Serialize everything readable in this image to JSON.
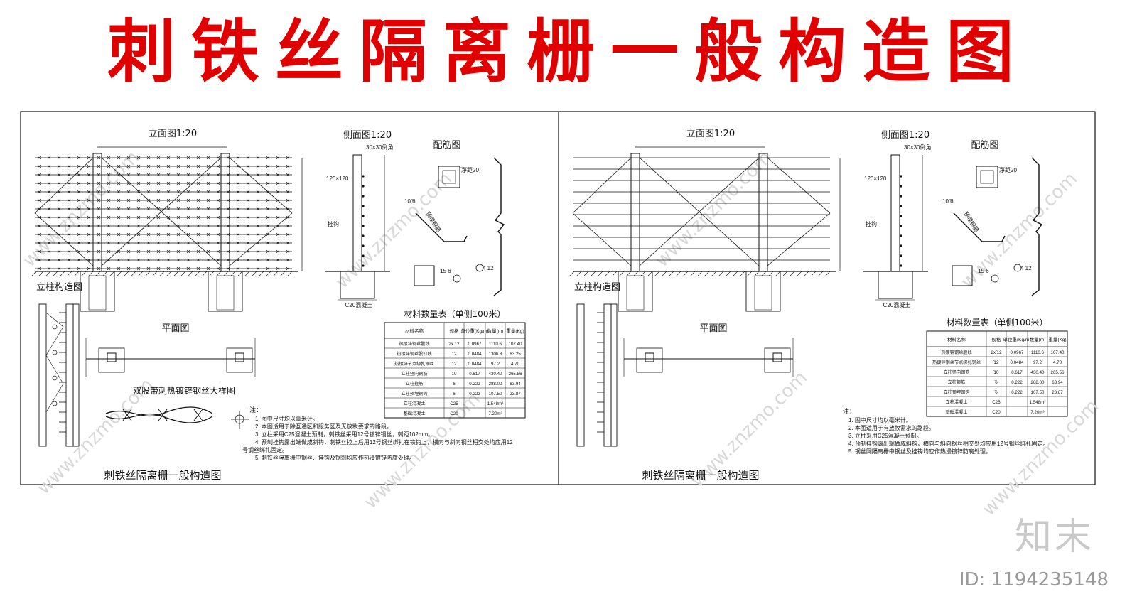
{
  "title": "刺铁丝隔离栅一般构造图",
  "watermark": {
    "brand": "知末",
    "id": "ID: 1194235148",
    "url": "www.znzmo.com"
  },
  "panels": [
    {
      "elevation_title": "立面图1:20",
      "side_title": "侧面图1:20",
      "rebar_title": "配筋图",
      "post_detail_title": "立柱构造图",
      "plan_title": "平面图",
      "detail_title": "双股带刺热镀锌钢丝大样图",
      "chamfer": "30×30倒角",
      "post_size": "120×120",
      "hook": "挂钩",
      "concrete": "C20混凝土",
      "cover": "净距20",
      "bar_a": "10 ̄6",
      "bar_b": "15 ̄6",
      "bar_c": "4 ̄12",
      "stirrup_label": "预埋钢筋",
      "table_title": "材料数量表（单侧100米）",
      "table_headers": [
        "材料名称",
        "规格",
        "单位重(Kg/m)",
        "数量(m)",
        "重量(Kg)"
      ],
      "table_rows": [
        [
          "热镀锌钢丝股线",
          "2x ̄12",
          "0.0967",
          "1110.6",
          "107.40"
        ],
        [
          "热镀锌钢丝股钉线",
          " ̄12",
          "0.0484",
          "1306.8",
          "63.25"
        ],
        [
          "热镀锌节点绑扎钢丝",
          " ̄12",
          "0.0484",
          "97.2",
          "4.70"
        ],
        [
          "立柱竖向钢筋",
          " ̄10",
          "0.617",
          "430.40",
          "265.56"
        ],
        [
          "立柱箍筋",
          " ̄6",
          "0.222",
          "288.00",
          "63.94"
        ],
        [
          "立柱预埋钢钩",
          " ̄6",
          "0.222",
          "107.50",
          "23.87"
        ],
        [
          "立柱混凝土",
          "C25",
          "",
          "1.548m³",
          ""
        ],
        [
          "基础混凝土",
          "C20",
          "",
          "7.20m³",
          ""
        ]
      ],
      "notes_title": "注",
      "notes": [
        "1. 图中尺寸均以毫米计。",
        "2. 本图适用于除互通区和服务区及无放牧要求的路段。",
        "3. 立柱采用C25混凝土预制，刺铁丝采用12号镀锌钢丝，刺距102mm。",
        "4. 预制挂钩露出端做成斜钩，刺铁丝拉上后用12号钢丝绑扎在铁钩上，横向与斜向钢丝相交处均应用12",
        "号钢丝绑扎固定。",
        "5. 刺铁丝隔离栅中钢丝、挂钩及钢刺均应作热浸镀锌防腐处理。"
      ],
      "caption": "刺铁丝隔离栅一般构造图"
    },
    {
      "elevation_title": "立面图1:20",
      "side_title": "侧面图1:20",
      "rebar_title": "配筋图",
      "post_detail_title": "立柱构造图",
      "plan_title": "平面图",
      "chamfer": "30×30倒角",
      "post_size": "120×120",
      "hook": "挂钩",
      "concrete": "C20混凝土",
      "cover": "净距20",
      "bar_a": "10 ̄6",
      "bar_b": "15 ̄6",
      "bar_c": "4 ̄12",
      "stirrup_label": "预埋钢筋",
      "table_title": "材料数量表（单侧100米）",
      "table_headers": [
        "材料名称",
        "规格",
        "单位重(Kg/m)",
        "数量(m)",
        "重量(Kg)"
      ],
      "table_rows": [
        [
          "热镀锌钢丝股线",
          "2x ̄12",
          "0.0967",
          "1110.6",
          "107.40"
        ],
        [
          "热镀锌钢丝节点绑扎钢丝",
          " ̄12",
          "0.0484",
          "97.2",
          "4.70"
        ],
        [
          "立柱竖向钢筋",
          " ̄10",
          "0.617",
          "430.40",
          "265.56"
        ],
        [
          "立柱箍筋",
          " ̄6",
          "0.222",
          "288.00",
          "63.94"
        ],
        [
          "立柱预埋钢钩",
          " ̄6",
          "0.222",
          "107.50",
          "23.87"
        ],
        [
          "立柱混凝土",
          "C25",
          "",
          "1.548m³",
          ""
        ],
        [
          "基础混凝土",
          "C20",
          "",
          "7.20m³",
          ""
        ]
      ],
      "notes_title": "注",
      "notes": [
        "1. 图中尺寸均以毫米计。",
        "2. 本图适用于有放牧需求的路段。",
        "3. 立柱采用C25混凝土预制。",
        "4. 预制挂钩露出端做成斜钩，横向与斜向钢丝相交处均应用12号钢丝绑扎固定。",
        "5. 钢丝网隔离栅中钢丝及挂钩均应作热浸镀锌防腐处理。"
      ],
      "caption": "刺铁丝隔离栅一般构造图"
    }
  ]
}
